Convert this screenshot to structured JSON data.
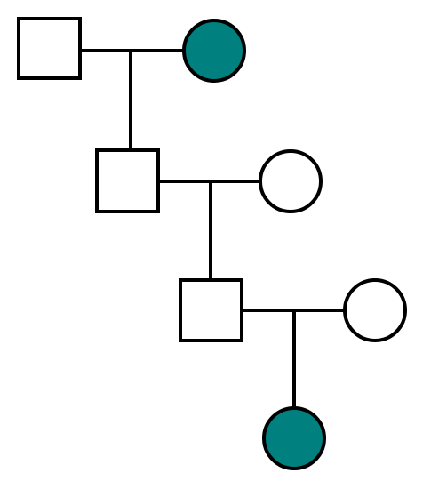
{
  "diagram": {
    "type": "pedigree",
    "colors": {
      "line": "#000000",
      "affected_fill": "#00807f",
      "unaffected_fill": "#ffffff"
    },
    "generations": [
      {
        "male": {
          "shape": "square",
          "affected": false
        },
        "partner": {
          "shape": "circle",
          "affected": true
        }
      },
      {
        "male": {
          "shape": "square",
          "affected": false
        },
        "partner": {
          "shape": "circle",
          "affected": false
        }
      },
      {
        "male": {
          "shape": "square",
          "affected": false
        },
        "partner": {
          "shape": "circle",
          "affected": false
        }
      }
    ],
    "final_child": {
      "shape": "circle",
      "affected": true
    }
  }
}
